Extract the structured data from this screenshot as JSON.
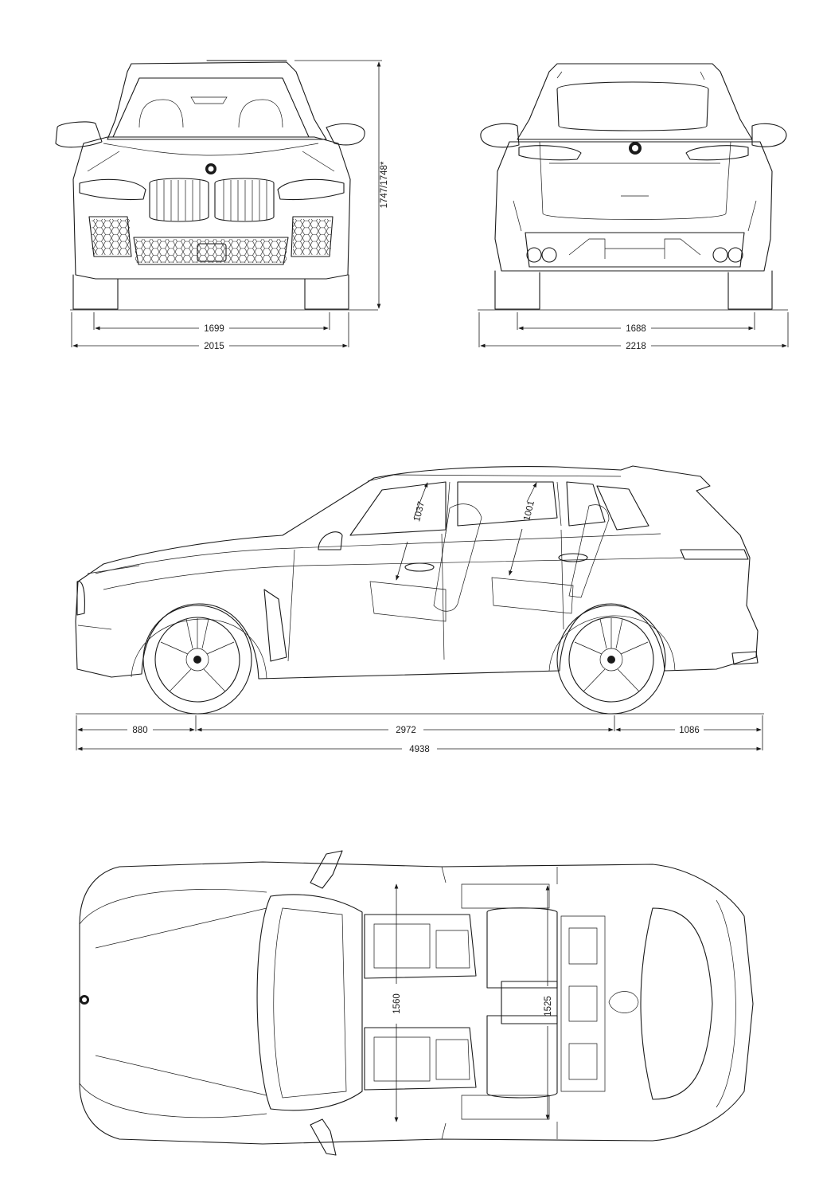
{
  "dimensions": {
    "front_height": "1747/1748*",
    "front_track": "1699",
    "front_width": "2015",
    "rear_track": "1688",
    "rear_width_mirrors": "2218",
    "front_overhang": "880",
    "wheelbase": "2972",
    "rear_overhang": "1086",
    "overall_length": "4938",
    "front_headroom": "1037",
    "rear_headroom": "1001",
    "front_shoulder_width": "1560",
    "rear_shoulder_width": "1525"
  },
  "icons": {
    "brand_badge": "roundel-badge-icon"
  },
  "colors": {
    "line": "#1a1a1a",
    "background": "#ffffff"
  }
}
